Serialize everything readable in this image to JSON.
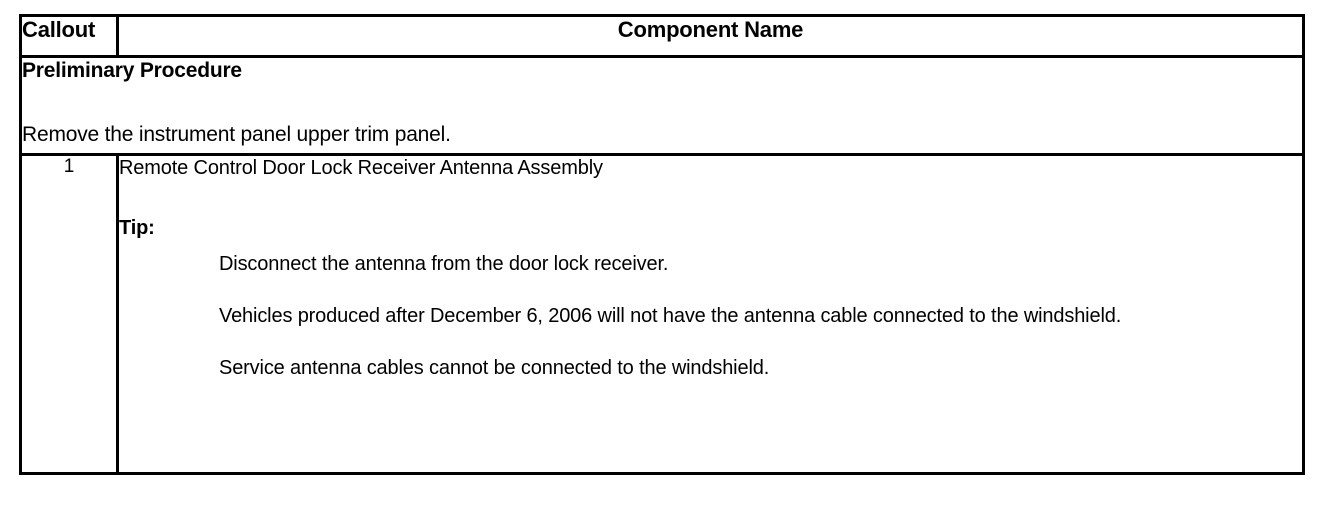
{
  "table": {
    "header": {
      "callout_label": "Callout",
      "component_label": "Component Name"
    },
    "preliminary": {
      "title": "Preliminary Procedure",
      "body": "Remove the instrument panel upper trim panel."
    },
    "rows": [
      {
        "callout": "1",
        "component_name": "Remote Control Door Lock Receiver Antenna Assembly",
        "tip_label": "Tip:",
        "tips": [
          "Disconnect the antenna from the door lock receiver.",
          "Vehicles produced after December 6, 2006 will not have the antenna cable connected to the windshield.",
          "Service antenna cables cannot be connected to the windshield."
        ]
      }
    ]
  }
}
